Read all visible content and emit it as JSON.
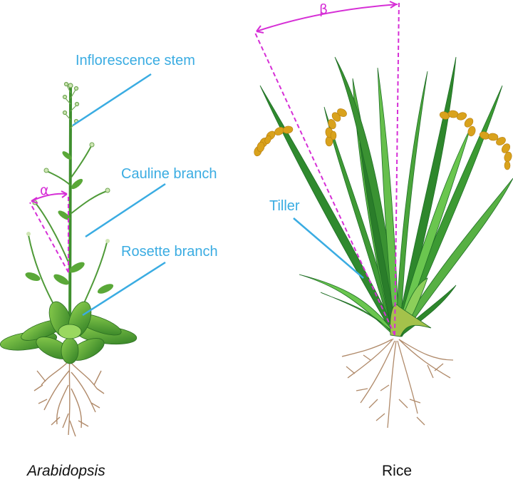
{
  "labels": {
    "inflorescence_stem": "Inflorescence stem",
    "cauline_branch": "Cauline branch",
    "rosette_branch": "Rosette branch",
    "tiller": "Tiller"
  },
  "angles": {
    "alpha": "α",
    "beta": "β"
  },
  "captions": {
    "arabidopsis": "Arabidopsis",
    "rice": "Rice"
  },
  "colors": {
    "label": "#3aace2",
    "angle": "#d62fd6",
    "leaf": "#3f9a2e",
    "root": "#b08a6a",
    "grain": "#d9a21c"
  }
}
